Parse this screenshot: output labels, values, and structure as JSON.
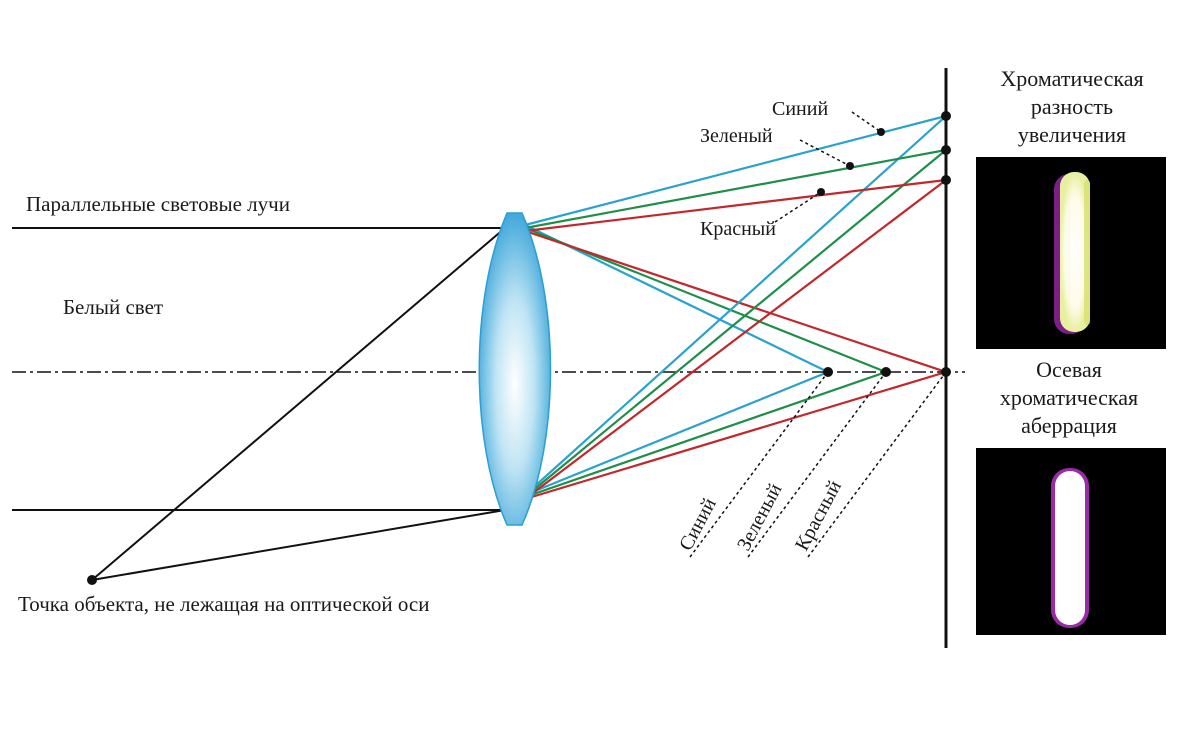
{
  "labels": {
    "parallel_rays": "Параллельные световые лучи",
    "white_light": "Белый свет",
    "object_point": "Точка объекта, не лежащая на оптической оси",
    "top_blue": "Синий",
    "top_green": "Зеленый",
    "top_red": "Красный",
    "axis_blue": "Синий",
    "axis_green": "Зеленый",
    "axis_red": "Красный",
    "lateral_title": [
      "Хроматическая",
      "разность",
      "увеличения"
    ],
    "axial_title": [
      "Осевая",
      "хроматическая",
      "аберрация"
    ]
  },
  "colors": {
    "blue": "#2aa3cc",
    "green": "#1e8f4a",
    "red": "#c0282c",
    "black": "#111111",
    "lens_edge": "#3aa6d8",
    "lens_center": "#ffffff"
  }
}
